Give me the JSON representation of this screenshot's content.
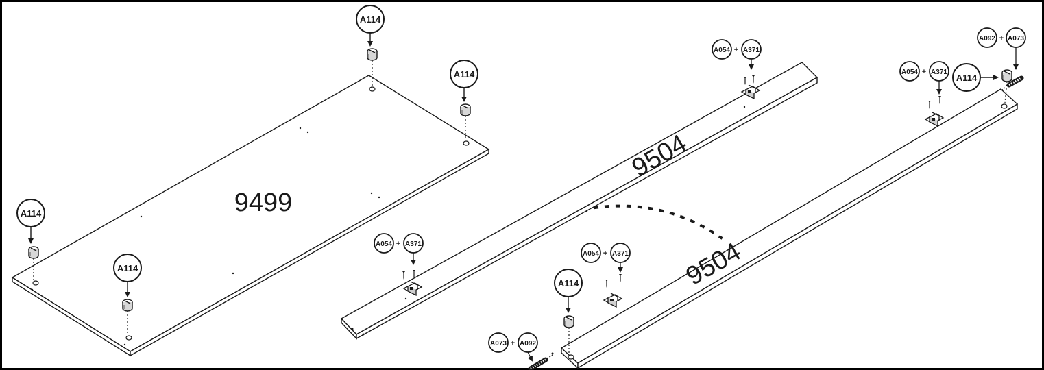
{
  "panels": [
    {
      "label": "9499"
    },
    {
      "label": "9504"
    },
    {
      "label": "9504"
    }
  ],
  "callouts": {
    "c1": "A114",
    "c2": "A114",
    "c3": "A114",
    "c4": "A114",
    "c5": "A114",
    "c6": "A114"
  },
  "pairs": {
    "p1": {
      "a": "A054",
      "b": "A371"
    },
    "p2": {
      "a": "A054",
      "b": "A371"
    },
    "p3": {
      "a": "A054",
      "b": "A371"
    },
    "p4": {
      "a": "A054",
      "b": "A371"
    },
    "p5": {
      "a": "A092",
      "b": "A073"
    },
    "p6": {
      "a": "A073",
      "b": "A092"
    }
  },
  "plus_sign": "+",
  "colors": {
    "line": "#1a1a1a",
    "background": "#ffffff",
    "frame": "#000000"
  }
}
